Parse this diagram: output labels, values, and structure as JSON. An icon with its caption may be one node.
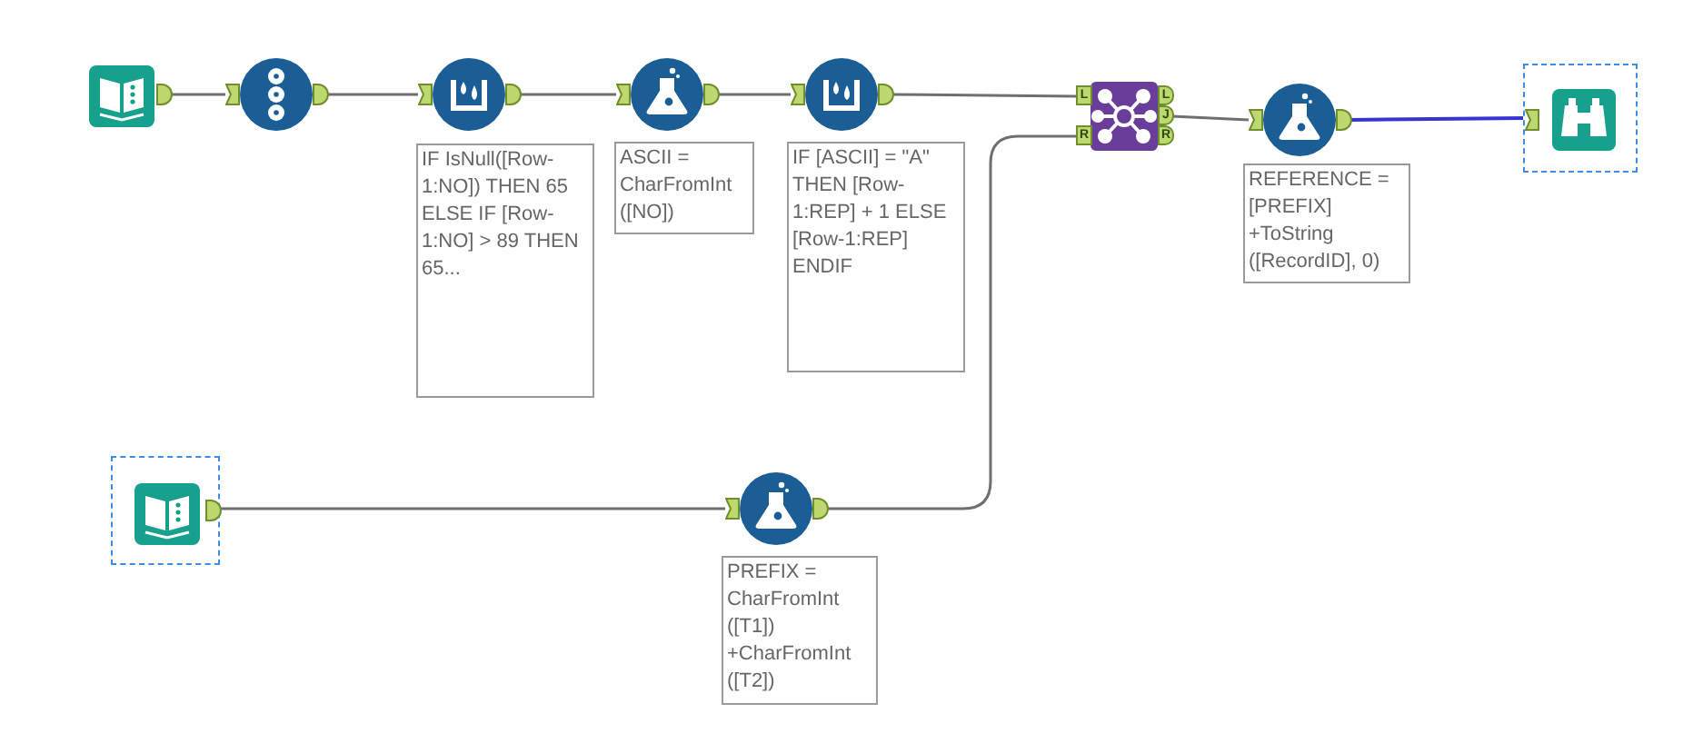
{
  "diagram": {
    "nodes": [
      {
        "text": [],
        "shape": "picture"
      },
      {
        "text": [],
        "shape": "picture"
      },
      {
        "text": [],
        "shape": "picture",
        "beside": [
          "IF IsNull([Row-1:NO]) THEN 65 ELSE IF [Row-1:NO] > 89 THEN 65..."
        ]
      },
      {
        "text": [],
        "shape": "picture",
        "beside": [
          "ASCII = CharFromInt ([NO])"
        ]
      },
      {
        "text": [],
        "shape": "picture",
        "beside": [
          "IF [ASCII] = \"A\" THEN [Row-1:REP] + 1 ELSE [Row-1:REP] ENDIF"
        ]
      },
      {
        "text": [],
        "shape": "picture"
      },
      {
        "text": [],
        "shape": "picture",
        "beside": [
          "REFERENCE = [PREFIX] +ToString ([RecordID], 0)"
        ]
      },
      {
        "text": [],
        "shape": "picture"
      },
      {
        "text": [],
        "shape": "picture"
      },
      {
        "text": [],
        "shape": "picture",
        "beside": [
          "PREFIX = CharFromInt ([T1]) +CharFromInt ([T2])"
        ]
      }
    ],
    "edges": [
      {
        "from": 0,
        "to": 1,
        "arrow": "none"
      },
      {
        "from": 1,
        "to": 2,
        "arrow": "none"
      },
      {
        "from": 2,
        "to": 3,
        "arrow": "none"
      },
      {
        "from": 3,
        "to": 4,
        "arrow": "none"
      },
      {
        "from": 4,
        "to": 5,
        "arrow": "none"
      },
      {
        "from": 8,
        "to": 9,
        "arrow": "none"
      },
      {
        "from": 9,
        "to": 5,
        "arrow": "none"
      },
      {
        "from": 5,
        "to": 6,
        "arrow": "none"
      },
      {
        "from": 6,
        "to": 7,
        "arrow": "none",
        "color": "#3535d0"
      }
    ],
    "labels": [
      "L",
      "R",
      "L",
      "J",
      "R"
    ]
  }
}
